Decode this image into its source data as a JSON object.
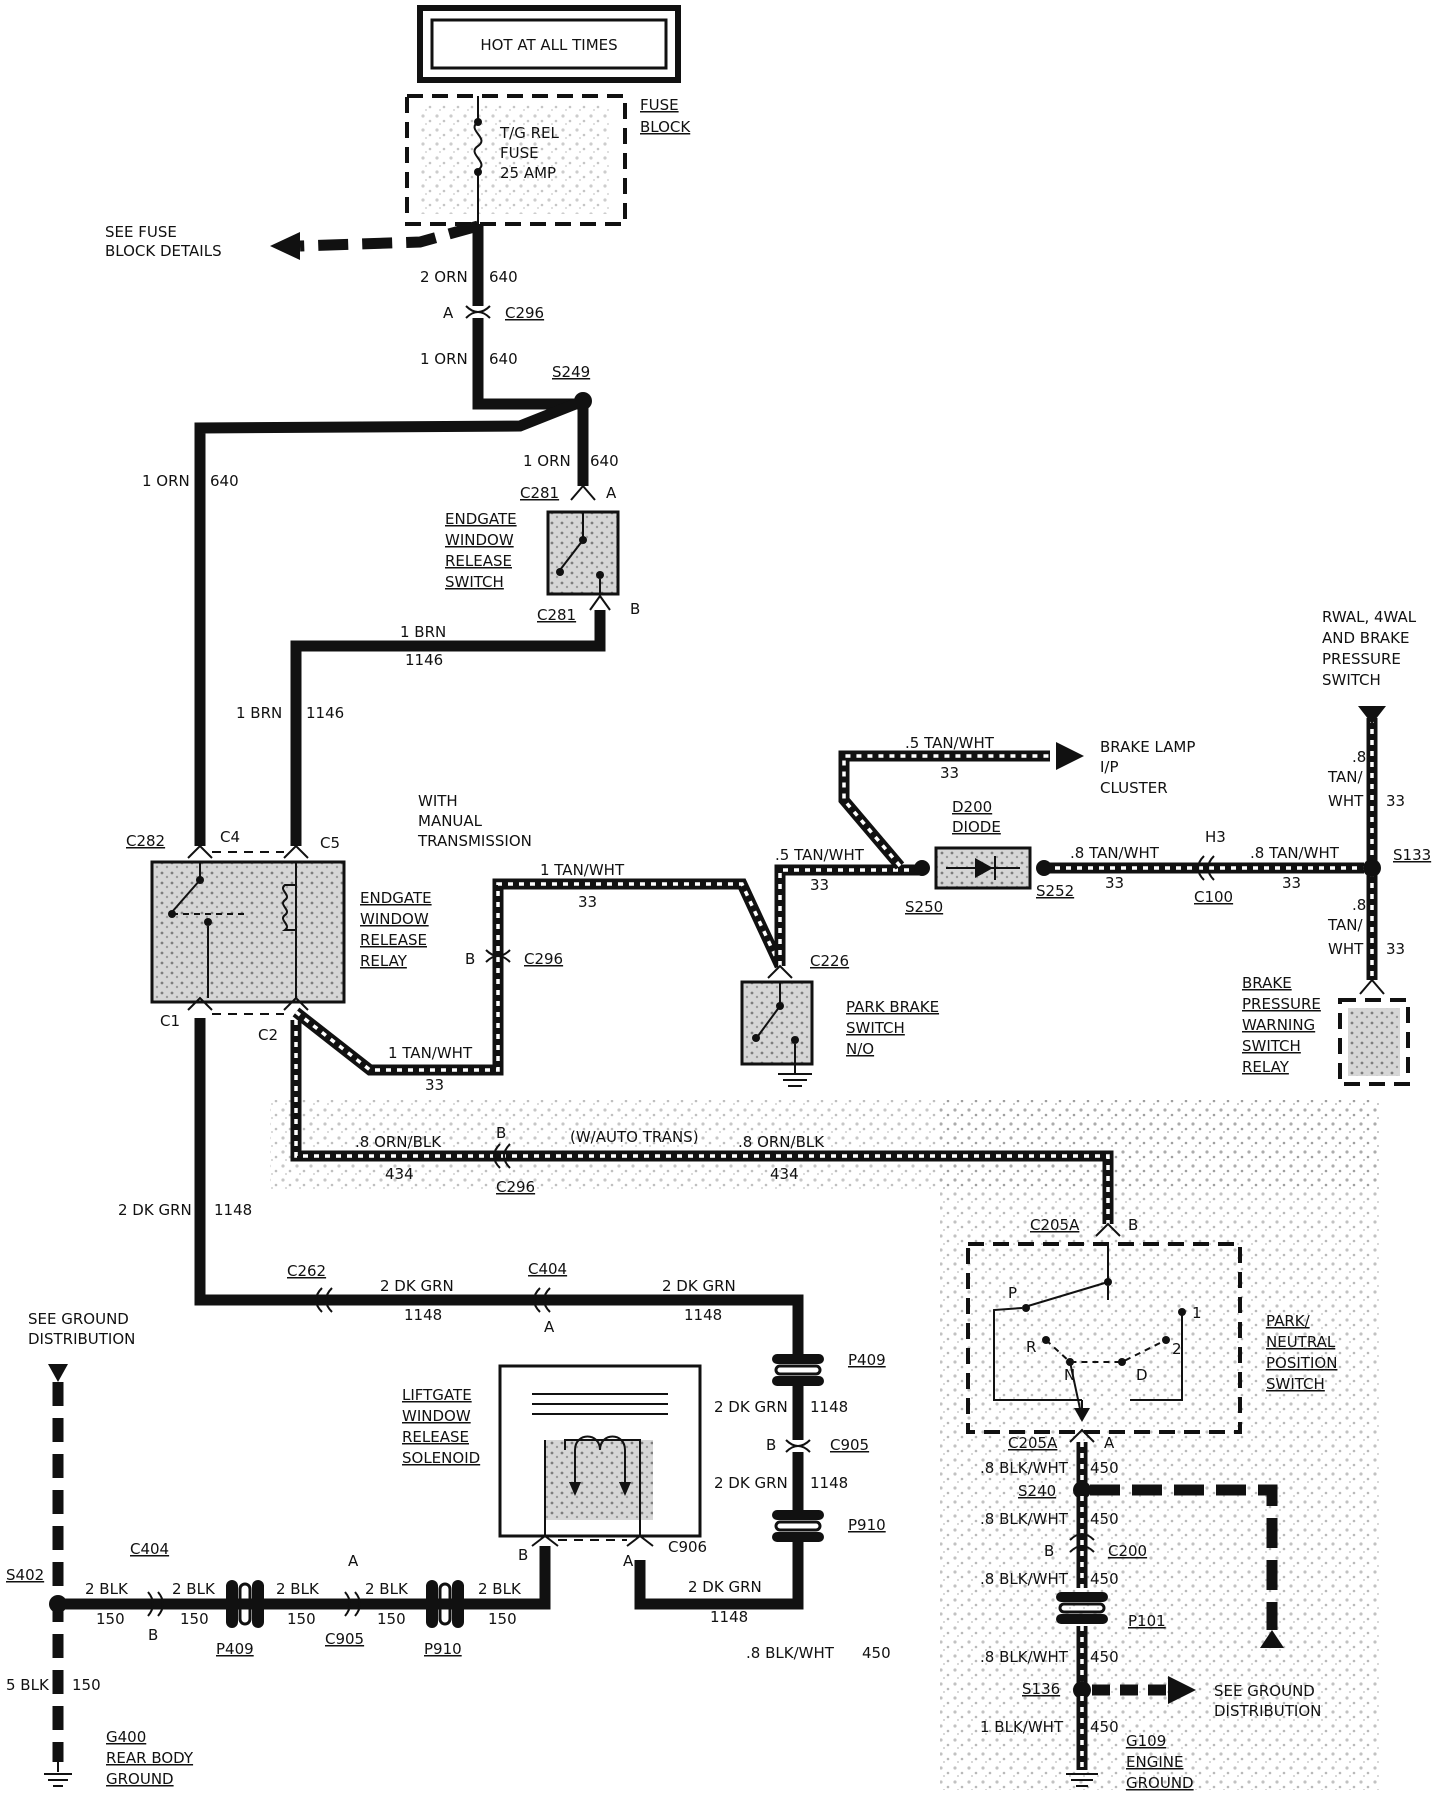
{
  "header": {
    "hot_at_all_times": "HOT AT ALL TIMES"
  },
  "fuse_block": {
    "label_line1": "FUSE",
    "label_line2": "BLOCK",
    "fuse_line1": "T/G REL",
    "fuse_line2": "FUSE",
    "fuse_line3": "25 AMP"
  },
  "fuse_details": {
    "line1": "SEE FUSE",
    "line2": "BLOCK DETAILS"
  },
  "labels": {
    "orn2": "2 ORN",
    "w640": "640",
    "A": "A",
    "B": "B",
    "C296": "C296",
    "orn1": "1 ORN",
    "S249": "S249",
    "C281": "C281",
    "brn1": "1 BRN",
    "w1146": "1146",
    "C282": "C282",
    "C4": "C4",
    "C5": "C5",
    "C1": "C1",
    "C2": "C2",
    "tanwht1": "1  TAN/WHT",
    "tanwht1b": "1 TAN/WHT",
    "w33": "33",
    "tanwht5": ".5 TAN/WHT",
    "tanwht8": ".8 TAN/WHT",
    "S250": "S250",
    "S252": "S252",
    "C100": "C100",
    "H3": "H3",
    "S133": "S133",
    "C226": "C226",
    "ornblk8": ".8 ORN/BLK",
    "w434": "434",
    "auto_trans": "(W/AUTO TRANS)",
    "dkgrn2": "2 DK GRN",
    "w1148": "1148",
    "C262": "C262",
    "C404": "C404",
    "P409": "P409",
    "C905": "C905",
    "P910": "P910",
    "C906": "C906",
    "blk2": "2 BLK",
    "w150": "150",
    "blk5": "5 BLK",
    "S402": "S402",
    "C205A": "C205A",
    "S240": "S240",
    "C200": "C200",
    "P101": "P101",
    "S136": "S136",
    "blkwht8": ".8 BLK/WHT",
    "blkwht1": "1 BLK/WHT",
    "w450": "450",
    "tan8": ".8",
    "tan_slash": "TAN/",
    "wht": "WHT",
    "P": "P",
    "R": "R",
    "N": "N",
    "D": "D",
    "g1": "1",
    "g2": "2",
    "blkwht_free": ".8 BLK/WHT",
    "w450_free": "450"
  },
  "components": {
    "endgate_switch": [
      "ENDGATE",
      "WINDOW",
      "RELEASE",
      "SWITCH"
    ],
    "endgate_relay": [
      "ENDGATE",
      "WINDOW",
      "RELEASE",
      "RELAY"
    ],
    "manual_trans": [
      "WITH",
      "MANUAL",
      "TRANSMISSION"
    ],
    "park_brake": [
      "PARK BRAKE",
      "SWITCH",
      "N/O"
    ],
    "diode": [
      "D200",
      "DIODE"
    ],
    "brake_lamp": [
      "BRAKE LAMP",
      "I/P",
      "CLUSTER"
    ],
    "rwal": [
      "RWAL, 4WAL",
      "AND BRAKE",
      "PRESSURE",
      "SWITCH"
    ],
    "brake_relay": [
      "BRAKE",
      "PRESSURE",
      "WARNING",
      "SWITCH",
      "RELAY"
    ],
    "liftgate": [
      "LIFTGATE",
      "WINDOW",
      "RELEASE",
      "SOLENOID"
    ],
    "park_neutral": [
      "PARK/",
      "NEUTRAL",
      "POSITION",
      "SWITCH"
    ],
    "ground_dist_left": [
      "SEE GROUND",
      "DISTRIBUTION"
    ],
    "ground_dist_right": [
      "SEE GROUND",
      "DISTRIBUTION"
    ],
    "g400": [
      "G400",
      "REAR BODY",
      "GROUND"
    ],
    "g109": [
      "G109",
      "ENGINE",
      "GROUND"
    ]
  }
}
